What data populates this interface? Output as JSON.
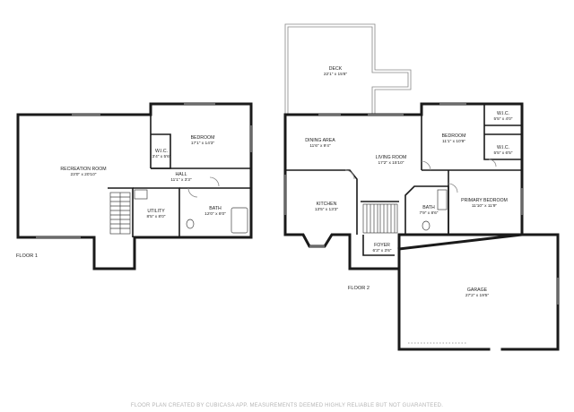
{
  "floors": [
    {
      "label": "FLOOR 1",
      "rooms": [
        {
          "name": "RECREATION ROOM",
          "dims": "23'0\" x 20'10\""
        },
        {
          "name": "BEDROOM",
          "dims": "17'1\" x 14'3\""
        },
        {
          "name": "W.I.C.",
          "dims": "3'4\" x 5'6\""
        },
        {
          "name": "HALL",
          "dims": "11'1\" x 3'3\""
        },
        {
          "name": "UTILITY",
          "dims": "8'5\" x 8'0\""
        },
        {
          "name": "BATH",
          "dims": "12'0\" x 8'0\""
        }
      ]
    },
    {
      "label": "FLOOR 2",
      "rooms": [
        {
          "name": "DECK",
          "dims": "22'1\" x 15'8\""
        },
        {
          "name": "DINING AREA",
          "dims": "11'6\" x 9'4\""
        },
        {
          "name": "LIVING ROOM",
          "dims": "17'2\" x 15'10\""
        },
        {
          "name": "BEDROOM",
          "dims": "11'1\" x 10'9\""
        },
        {
          "name": "W.I.C.",
          "dims": "5'5\" x 4'0\""
        },
        {
          "name": "W.I.C.",
          "dims": "5'5\" x 6'5\""
        },
        {
          "name": "KITCHEN",
          "dims": "13'5\" x 13'3\""
        },
        {
          "name": "BATH",
          "dims": "7'9\" x 8'6\""
        },
        {
          "name": "PRIMARY BEDROOM",
          "dims": "11'10\" x 11'9\""
        },
        {
          "name": "FOYER",
          "dims": "6'3\" x 3'6\""
        },
        {
          "name": "GARAGE",
          "dims": "27'2\" x 19'5\""
        }
      ]
    }
  ],
  "footer": "FLOOR PLAN CREATED BY CUBICASA APP. MEASUREMENTS DEEMED HIGHLY RELIABLE BUT NOT GUARANTEED."
}
